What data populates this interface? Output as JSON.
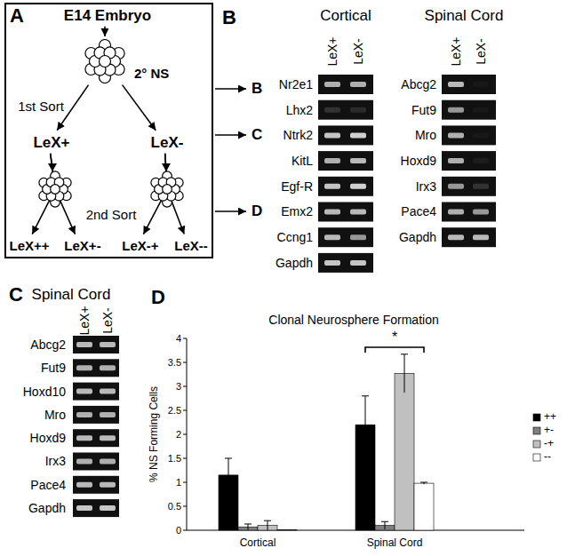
{
  "diagram": {
    "nodes": [
      {
        "text": [
          "A"
        ]
      },
      {
        "text": [
          "E14 Embryo"
        ],
        "in": 0
      },
      {
        "text": [
          "2° NS"
        ],
        "in": 0
      },
      {
        "text": [
          "LeX+"
        ],
        "in": 0
      },
      {
        "text": [
          "LeX-"
        ],
        "in": 0
      },
      {
        "text": [
          "LeX++"
        ],
        "in": 0
      },
      {
        "text": [
          "LeX+-"
        ],
        "in": 0
      },
      {
        "text": [
          "LeX-+"
        ],
        "in": 0
      },
      {
        "text": [
          "LeX--"
        ],
        "in": 0
      }
    ],
    "edges": [
      {
        "from": 1,
        "to": 2,
        "arrow": "to"
      },
      {
        "from": 2,
        "to": 3,
        "arrow": "to"
      },
      {
        "from": 2,
        "to": 4,
        "arrow": "to"
      },
      {
        "from": 3,
        "to": 5,
        "arrow": "to"
      },
      {
        "from": 3,
        "to": 6,
        "arrow": "to"
      },
      {
        "from": 4,
        "to": 7,
        "arrow": "to"
      },
      {
        "from": 4,
        "to": 8,
        "arrow": "to"
      }
    ],
    "labels": [
      "1st Sort",
      "2nd Sort",
      "B",
      "C",
      "D",
      "B",
      "Cortical",
      "LeX+",
      "LeX-",
      "Nr2e1",
      "Lhx2",
      "Ntrk2",
      "KitL",
      "Egf-R",
      "Emx2",
      "Ccng1",
      "Gapdh",
      "Spinal Cord",
      "LeX+",
      "LeX-",
      "Abcg2",
      "Fut9",
      "Mro",
      "Hoxd9",
      "Irx3",
      "Pace4",
      "Gapdh",
      "C",
      "Spinal Cord",
      "LeX+",
      "LeX-",
      "Abcg2",
      "Fut9",
      "Hoxd10",
      "Mro",
      "Hoxd9",
      "Irx3",
      "Pace4",
      "Gapdh",
      "D",
      "Clonal Neurosphere Formation",
      "% NS Forming Cells",
      "0",
      "0.5",
      "1",
      "1.5",
      "2",
      "2.5",
      "3",
      "3.5",
      "4",
      "Cortical",
      "Spinal Cord",
      "*"
    ],
    "legend": [
      {
        "text": "++",
        "color": "#000000"
      },
      {
        "text": "+-",
        "color": "#808080"
      },
      {
        "text": "-+",
        "color": "#c0c0c0"
      },
      {
        "text": "--",
        "color": "#ffffff"
      }
    ]
  }
}
